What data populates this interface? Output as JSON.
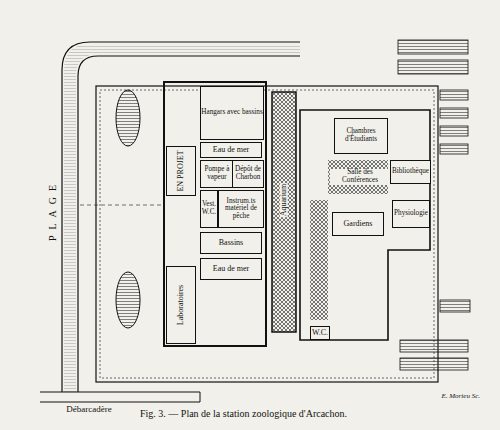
{
  "diagram": {
    "caption": "Fig. 3. — Plan de la station zoologique d'Arcachon.",
    "nodes": [
      {
        "text": [
          "PLAGE"
        ]
      },
      {
        "text": [
          "Débarcadère"
        ]
      },
      {
        "text": [
          "EN PROJET"
        ]
      },
      {
        "text": [
          "Hangars avec bassins"
        ]
      },
      {
        "text": [
          "Eau de mer"
        ]
      },
      {
        "text": [
          "Pompe à vapeur"
        ]
      },
      {
        "text": [
          "Dépôt de Charbon"
        ]
      },
      {
        "text": [
          "Vest.",
          "W.C."
        ]
      },
      {
        "text": [
          "Instrum.ts matériel de pêche"
        ]
      },
      {
        "text": [
          "Bassins"
        ]
      },
      {
        "text": [
          "Eau de mer"
        ]
      },
      {
        "text": [
          "Laboratoires"
        ]
      },
      {
        "text": [
          "Aquarium"
        ]
      },
      {
        "text": [
          "Chambres d'Étudiants"
        ]
      },
      {
        "text": [
          "Salle des Conférences"
        ]
      },
      {
        "text": [
          "Bibliothèque"
        ]
      },
      {
        "text": [
          "Physiologie"
        ]
      },
      {
        "text": [
          "Gardiens"
        ]
      },
      {
        "text": [
          "W.C."
        ]
      }
    ],
    "labels": [
      "E. Morieu Sc."
    ]
  }
}
